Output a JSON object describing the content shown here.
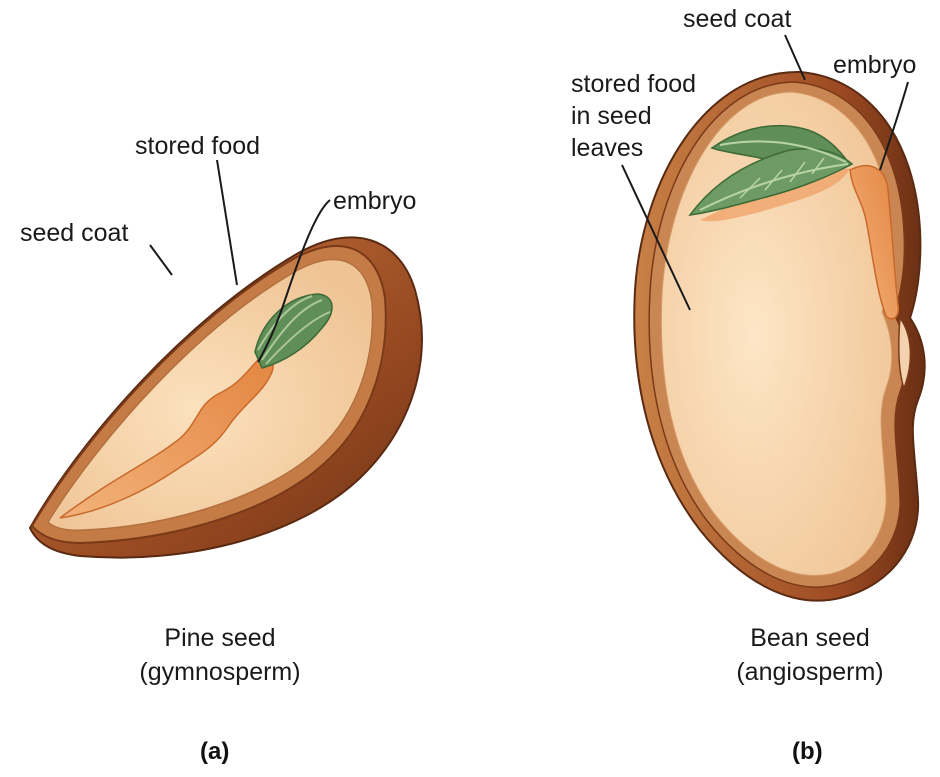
{
  "panel_a": {
    "labels": {
      "seed_coat": "seed coat",
      "stored_food": "stored food",
      "embryo": "embryo"
    },
    "caption_line1": "Pine seed",
    "caption_line2": "(gymnosperm)",
    "panel_letter": "(a)"
  },
  "panel_b": {
    "labels": {
      "seed_coat": "seed coat",
      "embryo": "embryo",
      "stored_food_line1": "stored food",
      "stored_food_line2": "in seed",
      "stored_food_line3": "leaves"
    },
    "caption_line1": "Bean seed",
    "caption_line2": "(angiosperm)",
    "panel_letter": "(b)"
  },
  "colors": {
    "seed_coat_outer": "#a8582a",
    "seed_coat_dark": "#6e3316",
    "stored_food": "#f6d2a6",
    "embryo_body": "#ec9a5a",
    "embryo_leaves": "#5f8f56",
    "leader_line": "#1a1a1a"
  }
}
